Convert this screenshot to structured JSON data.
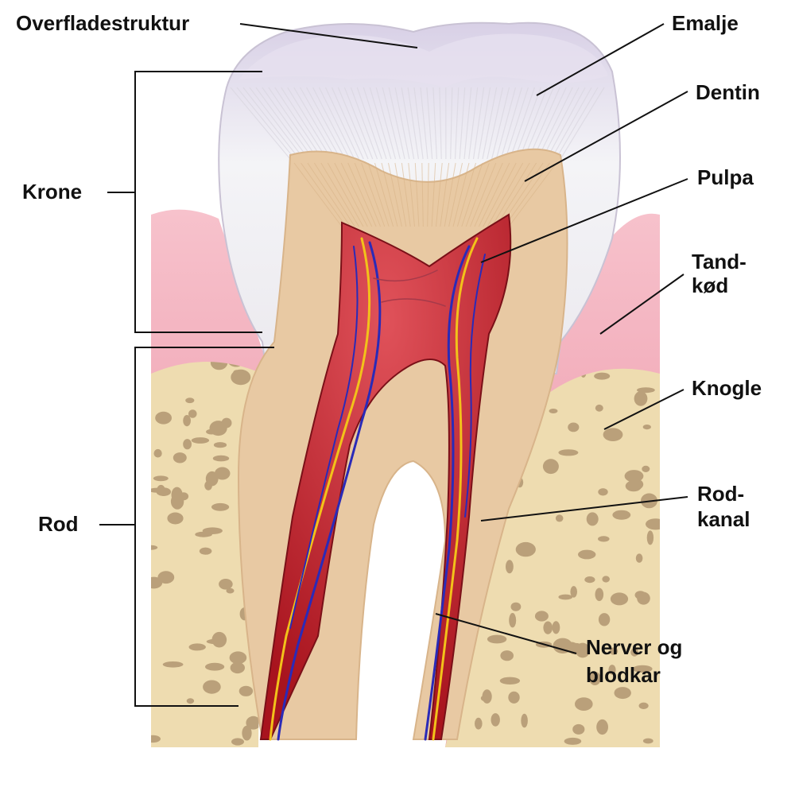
{
  "labels": {
    "surface": "Overfladestruktur",
    "enamel": "Emalje",
    "dentin": "Dentin",
    "pulp": "Pulpa",
    "gum_line1": "Tand-",
    "gum_line2": "kød",
    "bone": "Knogle",
    "canal_line1": "Rod-",
    "canal_line2": "kanal",
    "nerves_line1": "Nerver og",
    "nerves_line2": "blodkar",
    "crown": "Krone",
    "root": "Rod"
  },
  "colors": {
    "enamel": "#eeeef2",
    "crown_top": "#ddd6ea",
    "dentin": "#e8c9a3",
    "pulp": "#c4202a",
    "gum": "#f2a9b7",
    "bone": "#eedcb0",
    "bone_pores": "#a98d68",
    "nerve": "#2a2ab8",
    "vessel": "#f2c21a"
  }
}
